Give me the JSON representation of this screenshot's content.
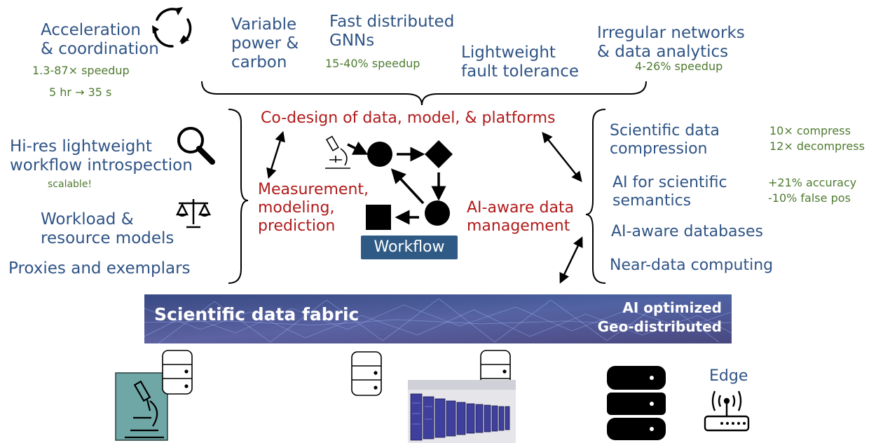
{
  "top": {
    "acceleration": {
      "label": "Acceleration\n& coordination",
      "stat1": "1.3-87× speedup",
      "stat2": "5 hr → 35 s"
    },
    "power": {
      "label": "Variable\npower &\ncarbon"
    },
    "gnn": {
      "label": "Fast distributed\nGNNs",
      "stat": "15-40% speedup"
    },
    "fault": {
      "label": "Lightweight\nfault tolerance"
    },
    "irregular": {
      "label": "Irregular networks\n& data analytics",
      "stat": "4-26% speedup"
    }
  },
  "left": {
    "introspection": {
      "label": "Hi-res lightweight\nworkflow introspection",
      "note": "scalable!"
    },
    "workload": {
      "label": "Workload &\nresource models"
    },
    "proxies": {
      "label": "Proxies and exemplars"
    }
  },
  "center": {
    "codesign": "Co-design of data, model, & platforms",
    "measurement": "Measurement,\nmodeling,\nprediction",
    "aiaware": "AI-aware data\nmanagement",
    "workflow": "Workflow"
  },
  "right": {
    "compression": {
      "label": "Scientific data\ncompression",
      "stat": "10× compress\n12× decompress"
    },
    "semantics": {
      "label": "AI for scientific\nsemantics",
      "stat": "+21% accuracy\n-10% false pos"
    },
    "databases": {
      "label": "AI-aware databases"
    },
    "neardata": {
      "label": "Near-data computing"
    }
  },
  "fabric": {
    "title": "Scientific data fabric",
    "right": "AI optimized\nGeo-distributed"
  },
  "bottom": {
    "edge": "Edge"
  },
  "colors": {
    "blue": "#2f5486",
    "green": "#4e7a2f",
    "red": "#b11a1a",
    "fabric": "#1e2f66",
    "workflow": "#2f5a86"
  }
}
